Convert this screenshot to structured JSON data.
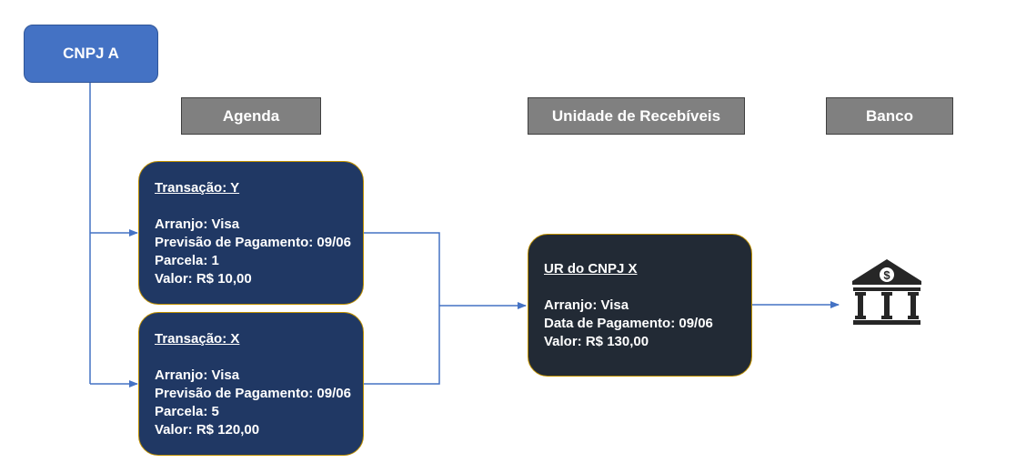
{
  "source": {
    "label": "CNPJ A"
  },
  "headers": {
    "agenda": "Agenda",
    "ur": "Unidade de Recebíveis",
    "banco": "Banco"
  },
  "transactions": [
    {
      "title": "Transação: Y",
      "arranjo": "Arranjo: Visa",
      "previsao": "Previsão de Pagamento: 09/06",
      "parcela": "Parcela: 1",
      "valor": "Valor: R$ 10,00"
    },
    {
      "title": "Transação: X",
      "arranjo": "Arranjo: Visa",
      "previsao": "Previsão de Pagamento: 09/06",
      "parcela": "Parcela: 5",
      "valor": "Valor: R$ 120,00"
    }
  ],
  "ur_card": {
    "title": "UR do CNPJ X",
    "arranjo": "Arranjo: Visa",
    "data_pagamento": "Data de Pagamento: 09/06",
    "valor": "Valor: R$ 130,00"
  },
  "bank_icon": {
    "icon": "bank-dollar-icon",
    "symbol": "$"
  },
  "colors": {
    "cnpj_fill": "#4472c4",
    "header_fill": "#808080",
    "transaction_fill": "#203864",
    "ur_fill": "#222a35",
    "card_border": "#bf9000",
    "connector": "#4472c4",
    "bank_icon": "#262626"
  }
}
